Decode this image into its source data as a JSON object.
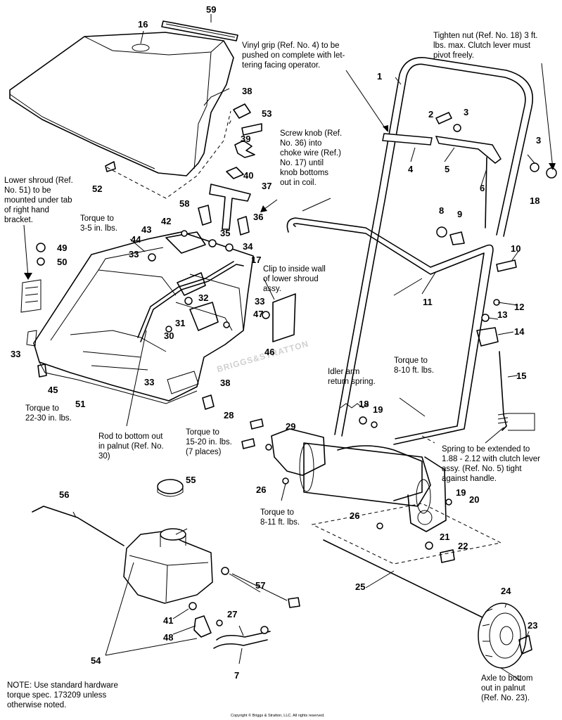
{
  "watermark": "BRIGGS&STRATTON",
  "copyright": "Copyright © Briggs & Stratton, LLC. All rights reserved.",
  "notes": {
    "vinyl_grip": "Vinyl grip (Ref. No. 4) to be\npushed on complete with let-\ntering facing operator.",
    "tighten_nut": "Tighten nut (Ref. No. 18) 3 ft.\nlbs. max. Clutch lever must\npivot freely.",
    "screw_knob": "Screw knob (Ref.\nNo. 36) into\nchoke wire (Ref.)\nNo. 17) until\nknob bottoms\nout in coil.",
    "lower_shroud": "Lower shroud (Ref.\nNo. 51) to be\nmounted under tab\nof right hand\nbracket.",
    "torque_3_5": "Torque to\n3-5 in. lbs.",
    "clip": "Clip to inside wall\nof lower shroud\nassy.",
    "idler_arm": "Idler arm\nreturn spring.",
    "torque_8_10": "Torque to\n8-10 ft. lbs.",
    "torque_22_30": "Torque to\n22-30 in. lbs.",
    "rod": "Rod to bottom out\nin palnut (Ref. No.\n30)",
    "torque_15_20": "Torque to\n15-20 in. lbs.\n(7 places)",
    "spring": "Spring to be extended to\n1.88 - 2.12 with clutch lever\nassy. (Ref. No. 5) tight\nagainst handle.",
    "torque_8_11": "Torque to\n8-11 ft. lbs.",
    "note_std": "NOTE: Use standard hardware\ntorque spec. 173209 unless\notherwise noted.",
    "axle": "Axle to bottom\nout in palnut\n(Ref. No. 23)."
  },
  "parts": {
    "n59": "59",
    "n16": "16",
    "n38a": "38",
    "n53": "53",
    "n39": "39",
    "n40": "40",
    "n52": "52",
    "n37": "37",
    "n58": "58",
    "n42": "42",
    "n44": "44",
    "n43": "43",
    "n35": "35",
    "n34": "34",
    "n36": "36",
    "n33a": "33",
    "n17": "17",
    "n49": "49",
    "n50": "50",
    "n32": "32",
    "n31": "31",
    "n33b": "33",
    "n47": "47",
    "n46": "46",
    "n30": "30",
    "n33c": "33",
    "n45": "45",
    "n51": "51",
    "n33d": "33",
    "n38b": "38",
    "n1": "1",
    "n2": "2",
    "n3a": "3",
    "n4": "4",
    "n5": "5",
    "n3b": "3",
    "n18a": "18",
    "n6": "6",
    "n8": "8",
    "n9": "9",
    "n10": "10",
    "n11": "11",
    "n12": "12",
    "n13": "13",
    "n14": "14",
    "n15": "15",
    "n18b": "18",
    "n19a": "19",
    "n28": "28",
    "n29": "29",
    "n26a": "26",
    "n19b": "19",
    "n20": "20",
    "n26b": "26",
    "n21": "21",
    "n22": "22",
    "n25": "25",
    "n56": "56",
    "n55": "55",
    "n57": "57",
    "n41": "41",
    "n27": "27",
    "n48": "48",
    "n54": "54",
    "n7": "7",
    "n24": "24",
    "n23": "23"
  }
}
